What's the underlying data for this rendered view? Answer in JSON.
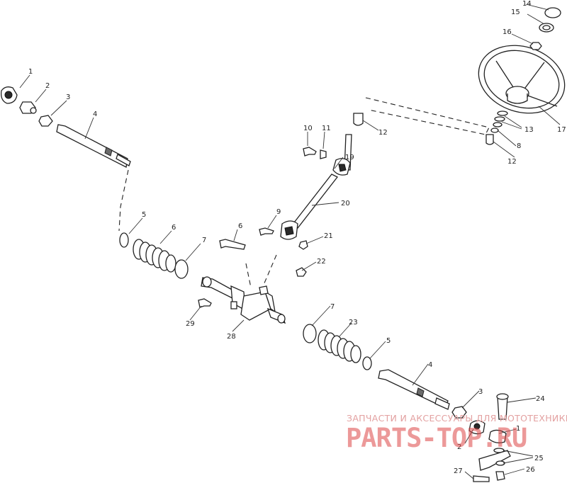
{
  "callouts": [
    {
      "id": "c1a",
      "label": "1"
    },
    {
      "id": "c2a",
      "label": "2"
    },
    {
      "id": "c3a",
      "label": "3"
    },
    {
      "id": "c4a",
      "label": "4"
    },
    {
      "id": "c5a",
      "label": "5"
    },
    {
      "id": "c6a",
      "label": "6"
    },
    {
      "id": "c6b",
      "label": "6"
    },
    {
      "id": "c7a",
      "label": "7"
    },
    {
      "id": "c8",
      "label": "8"
    },
    {
      "id": "c9",
      "label": "9"
    },
    {
      "id": "c10",
      "label": "10"
    },
    {
      "id": "c11",
      "label": "11"
    },
    {
      "id": "c12a",
      "label": "12"
    },
    {
      "id": "c12b",
      "label": "12"
    },
    {
      "id": "c13",
      "label": "13"
    },
    {
      "id": "c14",
      "label": "14"
    },
    {
      "id": "c15",
      "label": "15"
    },
    {
      "id": "c16",
      "label": "16"
    },
    {
      "id": "c17",
      "label": "17"
    },
    {
      "id": "c19",
      "label": "19"
    },
    {
      "id": "c20",
      "label": "20"
    },
    {
      "id": "c21",
      "label": "21"
    },
    {
      "id": "c22",
      "label": "22"
    },
    {
      "id": "c29",
      "label": "29"
    },
    {
      "id": "c28",
      "label": "28"
    },
    {
      "id": "c7b",
      "label": "7"
    },
    {
      "id": "c23",
      "label": "23"
    },
    {
      "id": "c5b",
      "label": "5"
    },
    {
      "id": "c4b",
      "label": "4"
    },
    {
      "id": "c3b",
      "label": "3"
    },
    {
      "id": "c24",
      "label": "24"
    },
    {
      "id": "c1b",
      "label": "1"
    },
    {
      "id": "c2b",
      "label": "2"
    },
    {
      "id": "c25",
      "label": "25"
    },
    {
      "id": "c27",
      "label": "27"
    },
    {
      "id": "c26",
      "label": "26"
    }
  ],
  "watermark": {
    "tagline": "ЗАПЧАСТИ И АКСЕССУАРЫ ДЛЯ МОТОТЕХНИКИ",
    "logo": "PARTS‑TOP.RU"
  },
  "colors": {
    "line": "#222222",
    "watermark": "#dd4646"
  }
}
